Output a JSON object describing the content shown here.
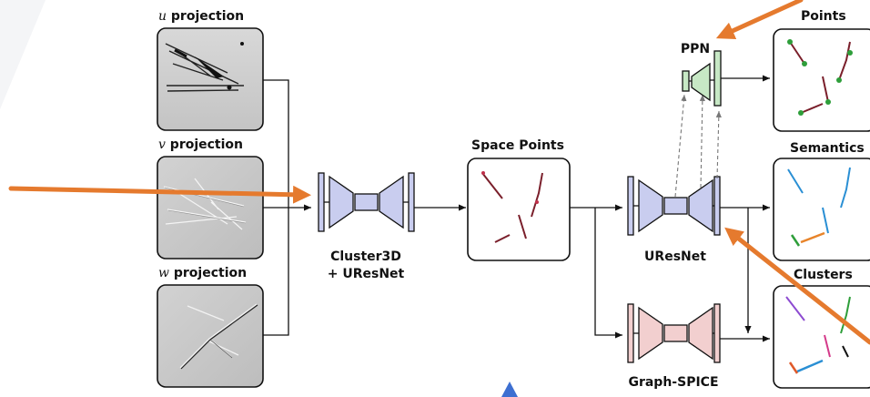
{
  "projections": {
    "u_italic": "u",
    "u_label": " projection",
    "v_italic": "v",
    "v_label": " projection",
    "w_italic": "w",
    "w_label": " projection"
  },
  "networks": {
    "cluster3d_line1": "Cluster3D",
    "cluster3d_line2": "+ UResNet",
    "space_points": "Space Points",
    "ppn": "PPN",
    "uresnet": "UResNet",
    "graph_spice": "Graph-SPICE"
  },
  "outputs": {
    "points": "Points",
    "semantics": "Semantics",
    "clusters": "Clusters"
  },
  "colors": {
    "encoder_blue": "#c9cdef",
    "ppn_green": "#c7e8c5",
    "spice_pink": "#f2cfcf",
    "annotation_orange": "#e57a2e",
    "cursor_blue": "#3d6fd1",
    "track_dark": "#7a1f2b"
  }
}
